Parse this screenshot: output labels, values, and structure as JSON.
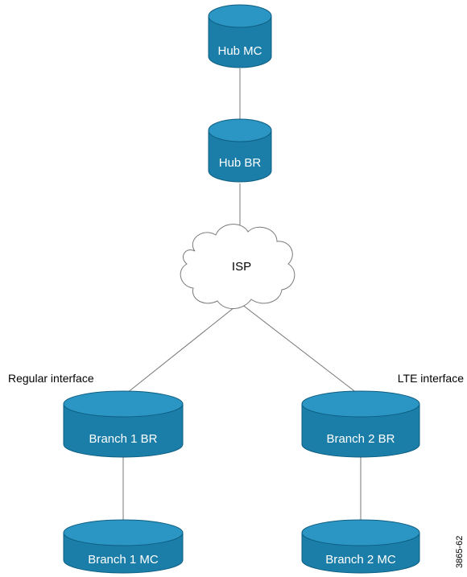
{
  "colors": {
    "node_fill": "#1a7ea9",
    "node_top": "#2b95c3",
    "node_edge": "#0e5f82",
    "link": "#777777",
    "cloud_stroke": "#7a7a7a"
  },
  "nodes": {
    "hub_mc": "Hub MC",
    "hub_br": "Hub BR",
    "branch1_br": "Branch 1 BR",
    "branch1_mc": "Branch 1 MC",
    "branch2_br": "Branch 2 BR",
    "branch2_mc": "Branch 2 MC"
  },
  "cloud": {
    "label": "ISP"
  },
  "interfaces": {
    "regular": "Regular interface",
    "lte": "LTE interface"
  },
  "figure_id": "3865-62"
}
